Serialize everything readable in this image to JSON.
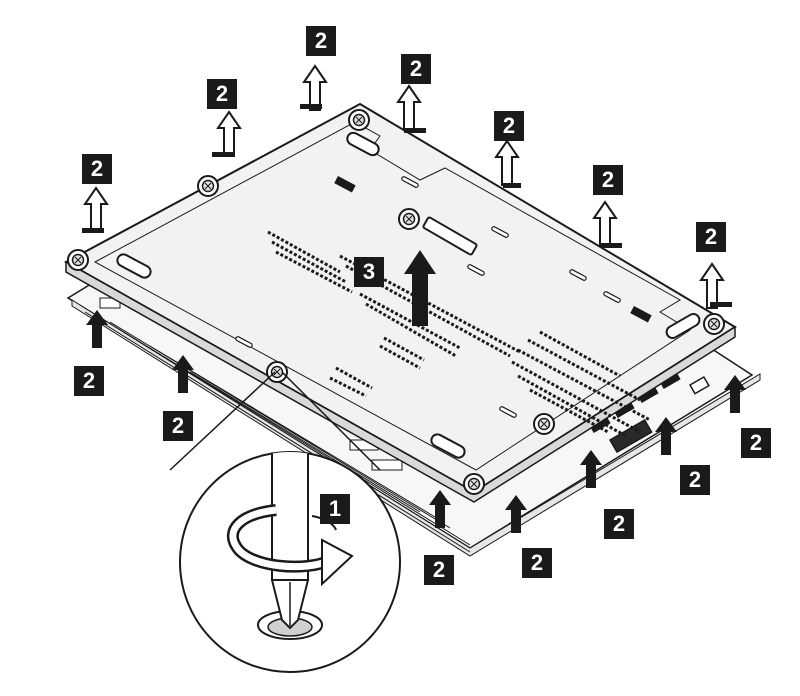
{
  "figure": {
    "step_labels": {
      "remove_screws": "1",
      "pry_edges": "2",
      "lift_cover": "3"
    },
    "icons": {
      "screw": "screw-icon",
      "lift": "lift-arrow-icon",
      "pry": "pry-arrow-icon",
      "rotate": "rotate-arrow-icon",
      "screwdriver": "screwdriver-icon"
    },
    "colors": {
      "ink": "#1a1a1a",
      "panel": "#f2f2f2",
      "background": "#ffffff"
    }
  }
}
